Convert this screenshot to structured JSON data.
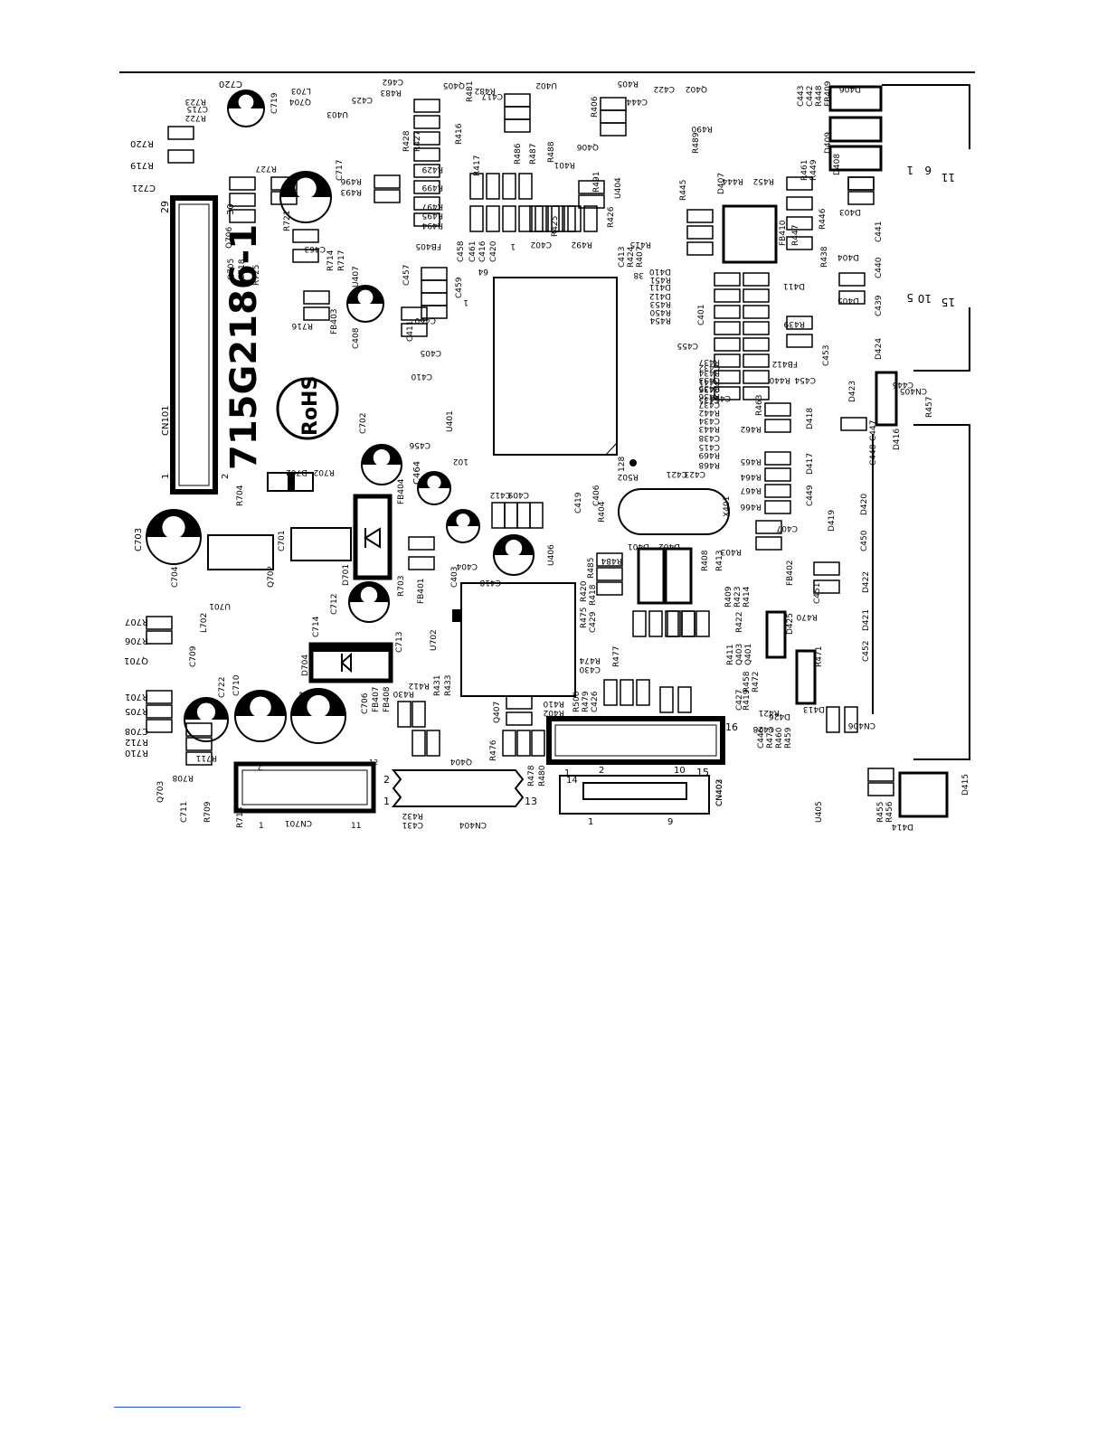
{
  "board": {
    "part_number": "715G2186-1",
    "rohs": "RoHS"
  },
  "components": [
    {
      "id": "c1",
      "t": "C720"
    },
    {
      "id": "c2",
      "t": "C715"
    },
    {
      "id": "c3",
      "t": "R723"
    },
    {
      "id": "c4",
      "t": "R722"
    },
    {
      "id": "c5",
      "t": "L703"
    },
    {
      "id": "c6",
      "t": "Q704"
    },
    {
      "id": "c7",
      "t": "U403"
    },
    {
      "id": "c8",
      "t": "C425"
    },
    {
      "id": "c9",
      "t": "R720"
    },
    {
      "id": "c10",
      "t": "R719"
    },
    {
      "id": "c11",
      "t": "C721"
    },
    {
      "id": "c12",
      "t": "C719"
    },
    {
      "id": "c13",
      "t": "R727"
    },
    {
      "id": "c14",
      "t": "C717"
    },
    {
      "id": "c15",
      "t": "R496"
    },
    {
      "id": "c16",
      "t": "R493"
    },
    {
      "id": "c17",
      "t": "R721"
    },
    {
      "id": "c18",
      "t": "C463"
    },
    {
      "id": "c19",
      "t": "R714"
    },
    {
      "id": "c20",
      "t": "R717"
    },
    {
      "id": "c21",
      "t": "U407"
    },
    {
      "id": "c22",
      "t": "Q705"
    },
    {
      "id": "c23",
      "t": "C718"
    },
    {
      "id": "c24",
      "t": "R725"
    },
    {
      "id": "c25",
      "t": "Q706"
    },
    {
      "id": "c26",
      "t": "R716"
    },
    {
      "id": "c27",
      "t": "FB403"
    },
    {
      "id": "c28",
      "t": "C408"
    },
    {
      "id": "c29",
      "t": "C462"
    },
    {
      "id": "c30",
      "t": "R483"
    },
    {
      "id": "c31",
      "t": "R428"
    },
    {
      "id": "c32",
      "t": "R427"
    },
    {
      "id": "c33",
      "t": "R429"
    },
    {
      "id": "c34",
      "t": "R499"
    },
    {
      "id": "c35",
      "t": "R497"
    },
    {
      "id": "c36",
      "t": "R495"
    },
    {
      "id": "c37",
      "t": "R494"
    },
    {
      "id": "c38",
      "t": "FB405"
    },
    {
      "id": "c39",
      "t": "C458"
    },
    {
      "id": "c40",
      "t": "C457"
    },
    {
      "id": "c41",
      "t": "C459"
    },
    {
      "id": "c42",
      "t": "C460"
    },
    {
      "id": "c43",
      "t": "C411"
    },
    {
      "id": "c44",
      "t": "C405"
    },
    {
      "id": "c45",
      "t": "C410"
    },
    {
      "id": "c46",
      "t": "U401"
    },
    {
      "id": "c47",
      "t": "C456"
    },
    {
      "id": "c48",
      "t": "C464"
    },
    {
      "id": "c49",
      "t": "Q405"
    },
    {
      "id": "c50",
      "t": "R481"
    },
    {
      "id": "c51",
      "t": "R482"
    },
    {
      "id": "c52",
      "t": "C417"
    },
    {
      "id": "c53",
      "t": "R416"
    },
    {
      "id": "c54",
      "t": "R417"
    },
    {
      "id": "c55",
      "t": "R486"
    },
    {
      "id": "c56",
      "t": "R487"
    },
    {
      "id": "c57",
      "t": "R488"
    },
    {
      "id": "c58",
      "t": "C461"
    },
    {
      "id": "c59",
      "t": "C416"
    },
    {
      "id": "c60",
      "t": "C420"
    },
    {
      "id": "c61",
      "t": "U402"
    },
    {
      "id": "c62",
      "t": "R401"
    },
    {
      "id": "c63",
      "t": "Q406"
    },
    {
      "id": "c64",
      "t": "R491"
    },
    {
      "id": "c65",
      "t": "R425"
    },
    {
      "id": "c66",
      "t": "C402"
    },
    {
      "id": "c67",
      "t": "R492"
    },
    {
      "id": "c68",
      "t": "R426"
    },
    {
      "id": "c69",
      "t": "R406"
    },
    {
      "id": "c70",
      "t": "R405"
    },
    {
      "id": "c71",
      "t": "C444"
    },
    {
      "id": "c72",
      "t": "C422"
    },
    {
      "id": "c73",
      "t": "Q402"
    },
    {
      "id": "c74",
      "t": "R490"
    },
    {
      "id": "c75",
      "t": "R489"
    },
    {
      "id": "c76",
      "t": "U404"
    },
    {
      "id": "c77",
      "t": "R445"
    },
    {
      "id": "c78",
      "t": "D407"
    },
    {
      "id": "c79",
      "t": "R444"
    },
    {
      "id": "c80",
      "t": "R452"
    },
    {
      "id": "c81",
      "t": "C413"
    },
    {
      "id": "c82",
      "t": "R424"
    },
    {
      "id": "c83",
      "t": "R407"
    },
    {
      "id": "c84",
      "t": "R415"
    },
    {
      "id": "c85",
      "t": "D410"
    },
    {
      "id": "c86",
      "t": "R451"
    },
    {
      "id": "c87",
      "t": "D411"
    },
    {
      "id": "c88",
      "t": "D412"
    },
    {
      "id": "c89",
      "t": "R453"
    },
    {
      "id": "c90",
      "t": "R450"
    },
    {
      "id": "c91",
      "t": "R454"
    },
    {
      "id": "c92",
      "t": "C401"
    },
    {
      "id": "c93",
      "t": "C455"
    },
    {
      "id": "c94",
      "t": "R461"
    },
    {
      "id": "c95",
      "t": "R449"
    },
    {
      "id": "c96",
      "t": "R446"
    },
    {
      "id": "c97",
      "t": "FB410"
    },
    {
      "id": "c98",
      "t": "R447"
    },
    {
      "id": "c99",
      "t": "R438"
    },
    {
      "id": "c100",
      "t": "D411"
    },
    {
      "id": "c101",
      "t": "R439"
    },
    {
      "id": "c102",
      "t": "FB412"
    },
    {
      "id": "c103",
      "t": "R440"
    },
    {
      "id": "c104",
      "t": "C454"
    },
    {
      "id": "c105",
      "t": "C453"
    },
    {
      "id": "c106",
      "t": "C443"
    },
    {
      "id": "c107",
      "t": "C442"
    },
    {
      "id": "c108",
      "t": "R448"
    },
    {
      "id": "c109",
      "t": "FB409"
    },
    {
      "id": "c110",
      "t": "D406"
    },
    {
      "id": "c111",
      "t": "D409"
    },
    {
      "id": "c112",
      "t": "D408"
    },
    {
      "id": "c113",
      "t": "D403"
    },
    {
      "id": "c114",
      "t": "C441"
    },
    {
      "id": "c115",
      "t": "D404"
    },
    {
      "id": "c116",
      "t": "C440"
    },
    {
      "id": "c117",
      "t": "D405"
    },
    {
      "id": "c118",
      "t": "C439"
    },
    {
      "id": "c119",
      "t": "D424"
    },
    {
      "id": "c120",
      "t": "D423"
    },
    {
      "id": "c121",
      "t": "C445"
    },
    {
      "id": "c122",
      "t": "CN405"
    },
    {
      "id": "c123",
      "t": "R457"
    },
    {
      "id": "c124",
      "t": "D416"
    },
    {
      "id": "c125",
      "t": "CN101"
    },
    {
      "id": "c126",
      "t": "C702"
    },
    {
      "id": "c127",
      "t": "D702"
    },
    {
      "id": "c128",
      "t": "R702"
    },
    {
      "id": "c129",
      "t": "R704"
    },
    {
      "id": "c130",
      "t": "C703"
    },
    {
      "id": "c131",
      "t": "C704"
    },
    {
      "id": "c132",
      "t": "C701"
    },
    {
      "id": "c133",
      "t": "Q702"
    },
    {
      "id": "c134",
      "t": "D701"
    },
    {
      "id": "c135",
      "t": "FB404"
    },
    {
      "id": "c136",
      "t": "R703"
    },
    {
      "id": "c137",
      "t": "FB401"
    },
    {
      "id": "c138",
      "t": "U701"
    },
    {
      "id": "c139",
      "t": "C712"
    },
    {
      "id": "c140",
      "t": "C714"
    },
    {
      "id": "c141",
      "t": "D704"
    },
    {
      "id": "c142",
      "t": "C713"
    },
    {
      "id": "c143",
      "t": "U702"
    },
    {
      "id": "c144",
      "t": "R707"
    },
    {
      "id": "c145",
      "t": "R706"
    },
    {
      "id": "c146",
      "t": "L702"
    },
    {
      "id": "c147",
      "t": "Q701"
    },
    {
      "id": "c148",
      "t": "C709"
    },
    {
      "id": "c149",
      "t": "C722"
    },
    {
      "id": "c150",
      "t": "C710"
    },
    {
      "id": "c151",
      "t": "R701"
    },
    {
      "id": "c152",
      "t": "R705"
    },
    {
      "id": "c153",
      "t": "C708"
    },
    {
      "id": "c154",
      "t": "R712"
    },
    {
      "id": "c155",
      "t": "R710"
    },
    {
      "id": "c156",
      "t": "R711"
    },
    {
      "id": "c157",
      "t": "R708"
    },
    {
      "id": "c158",
      "t": "C707"
    },
    {
      "id": "c159",
      "t": "C706"
    },
    {
      "id": "c160",
      "t": "FB407"
    },
    {
      "id": "c161",
      "t": "FB408"
    },
    {
      "id": "c162",
      "t": "R430"
    },
    {
      "id": "c163",
      "t": "R412"
    },
    {
      "id": "c164",
      "t": "R431"
    },
    {
      "id": "c165",
      "t": "R433"
    },
    {
      "id": "c166",
      "t": "Q703"
    },
    {
      "id": "c167",
      "t": "C711"
    },
    {
      "id": "c168",
      "t": "R709"
    },
    {
      "id": "c169",
      "t": "R713"
    },
    {
      "id": "c170",
      "t": "CN701"
    },
    {
      "id": "c171",
      "t": "C431"
    },
    {
      "id": "c172",
      "t": "R432"
    },
    {
      "id": "c173",
      "t": "CN404"
    },
    {
      "id": "c174",
      "t": "Q404"
    },
    {
      "id": "c175",
      "t": "R476"
    },
    {
      "id": "c176",
      "t": "Q407"
    },
    {
      "id": "c177",
      "t": "R478"
    },
    {
      "id": "c178",
      "t": "R480"
    },
    {
      "id": "c179",
      "t": "CN403"
    },
    {
      "id": "c180",
      "t": "CN402"
    },
    {
      "id": "c181",
      "t": "C409"
    },
    {
      "id": "c182",
      "t": "C412"
    },
    {
      "id": "c183",
      "t": "C419"
    },
    {
      "id": "c184",
      "t": "C406"
    },
    {
      "id": "c185",
      "t": "R404"
    },
    {
      "id": "c186",
      "t": "C403"
    },
    {
      "id": "c187",
      "t": "C404"
    },
    {
      "id": "c188",
      "t": "C418"
    },
    {
      "id": "c189",
      "t": "U406"
    },
    {
      "id": "c190",
      "t": "R485"
    },
    {
      "id": "c191",
      "t": "R484"
    },
    {
      "id": "c192",
      "t": "R420"
    },
    {
      "id": "c193",
      "t": "R418"
    },
    {
      "id": "c194",
      "t": "R475"
    },
    {
      "id": "c195",
      "t": "C429"
    },
    {
      "id": "c196",
      "t": "R474"
    },
    {
      "id": "c197",
      "t": "C430"
    },
    {
      "id": "c198",
      "t": "R477"
    },
    {
      "id": "c199",
      "t": "R500"
    },
    {
      "id": "c200",
      "t": "R479"
    },
    {
      "id": "c201",
      "t": "C426"
    },
    {
      "id": "c202",
      "t": "R410"
    },
    {
      "id": "c203",
      "t": "R402"
    },
    {
      "id": "c204",
      "t": "D401"
    },
    {
      "id": "c205",
      "t": "D402"
    },
    {
      "id": "c206",
      "t": "R408"
    },
    {
      "id": "c207",
      "t": "R413"
    },
    {
      "id": "c208",
      "t": "R409"
    },
    {
      "id": "c209",
      "t": "R423"
    },
    {
      "id": "c210",
      "t": "R414"
    },
    {
      "id": "c211",
      "t": "R422"
    },
    {
      "id": "c212",
      "t": "R411"
    },
    {
      "id": "c213",
      "t": "Q403"
    },
    {
      "id": "c214",
      "t": "Q401"
    },
    {
      "id": "c215",
      "t": "R458"
    },
    {
      "id": "c216",
      "t": "R472"
    },
    {
      "id": "c217",
      "t": "C427"
    },
    {
      "id": "c218",
      "t": "R419"
    },
    {
      "id": "c219",
      "t": "R421"
    },
    {
      "id": "c220",
      "t": "X401"
    },
    {
      "id": "c221",
      "t": "R502"
    },
    {
      "id": "c222",
      "t": "C421"
    },
    {
      "id": "c223",
      "t": "C423"
    },
    {
      "id": "c224",
      "t": "R403"
    },
    {
      "id": "c225",
      "t": "C407"
    },
    {
      "id": "c226",
      "t": "FB402"
    },
    {
      "id": "c227",
      "t": "C451"
    },
    {
      "id": "c228",
      "t": "D425"
    },
    {
      "id": "c229",
      "t": "R470"
    },
    {
      "id": "c230",
      "t": "R471"
    },
    {
      "id": "c231",
      "t": "D413"
    },
    {
      "id": "c232",
      "t": "D426"
    },
    {
      "id": "c233",
      "t": "C428"
    },
    {
      "id": "c234",
      "t": "C446"
    },
    {
      "id": "c235",
      "t": "R473"
    },
    {
      "id": "c236",
      "t": "R460"
    },
    {
      "id": "c237",
      "t": "R459"
    },
    {
      "id": "c238",
      "t": "CN406"
    },
    {
      "id": "c239",
      "t": "C452"
    },
    {
      "id": "c240",
      "t": "D421"
    },
    {
      "id": "c241",
      "t": "D422"
    },
    {
      "id": "c242",
      "t": "C450"
    },
    {
      "id": "c243",
      "t": "D419"
    },
    {
      "id": "c244",
      "t": "D420"
    },
    {
      "id": "c245",
      "t": "C449"
    },
    {
      "id": "c246",
      "t": "C448"
    },
    {
      "id": "c247",
      "t": "D417"
    },
    {
      "id": "c248",
      "t": "C447"
    },
    {
      "id": "c249",
      "t": "D418"
    },
    {
      "id": "c250",
      "t": "R463"
    },
    {
      "id": "c251",
      "t": "R462"
    },
    {
      "id": "c252",
      "t": "R465"
    },
    {
      "id": "c253",
      "t": "R464"
    },
    {
      "id": "c254",
      "t": "R467"
    },
    {
      "id": "c255",
      "t": "R466"
    },
    {
      "id": "c256",
      "t": "R468"
    },
    {
      "id": "c257",
      "t": "R469"
    },
    {
      "id": "c258",
      "t": "C415"
    },
    {
      "id": "c259",
      "t": "C438"
    },
    {
      "id": "c260",
      "t": "R443"
    },
    {
      "id": "c261",
      "t": "C434"
    },
    {
      "id": "c262",
      "t": "R442"
    },
    {
      "id": "c263",
      "t": "C437"
    },
    {
      "id": "c264",
      "t": "R436"
    },
    {
      "id": "c265",
      "t": "R435"
    },
    {
      "id": "c266",
      "t": "C433"
    },
    {
      "id": "c267",
      "t": "C435"
    },
    {
      "id": "c268",
      "t": "R437"
    },
    {
      "id": "c269",
      "t": "C436"
    },
    {
      "id": "c270",
      "t": "R441"
    },
    {
      "id": "c271",
      "t": "R434"
    },
    {
      "id": "c272",
      "t": "C432"
    },
    {
      "id": "c273",
      "t": "C414"
    },
    {
      "id": "c274",
      "t": "U405"
    },
    {
      "id": "c275",
      "t": "R455"
    },
    {
      "id": "c276",
      "t": "R456"
    },
    {
      "id": "c277",
      "t": "D414"
    },
    {
      "id": "c278",
      "t": "D415"
    }
  ],
  "pins": [
    {
      "id": "p1",
      "t": "29"
    },
    {
      "id": "p2",
      "t": "30"
    },
    {
      "id": "p3",
      "t": "1"
    },
    {
      "id": "p4",
      "t": "2"
    },
    {
      "id": "p5",
      "t": "64"
    },
    {
      "id": "p6",
      "t": "1"
    },
    {
      "id": "p7",
      "t": "1"
    },
    {
      "id": "p8",
      "t": "38"
    },
    {
      "id": "p9",
      "t": "102"
    },
    {
      "id": "p10",
      "t": "128"
    },
    {
      "id": "p11",
      "t": "11"
    },
    {
      "id": "p12",
      "t": "6"
    },
    {
      "id": "p13",
      "t": "1"
    },
    {
      "id": "p14",
      "t": "15"
    },
    {
      "id": "p15",
      "t": "10"
    },
    {
      "id": "p16",
      "t": "5"
    },
    {
      "id": "p17",
      "t": "2"
    },
    {
      "id": "p18",
      "t": "12"
    },
    {
      "id": "p19",
      "t": "1"
    },
    {
      "id": "p20",
      "t": "11"
    },
    {
      "id": "p21",
      "t": "2"
    },
    {
      "id": "p22",
      "t": "1"
    },
    {
      "id": "p23",
      "t": "14"
    },
    {
      "id": "p24",
      "t": "13"
    },
    {
      "id": "p25",
      "t": "16"
    },
    {
      "id": "p26",
      "t": "1"
    },
    {
      "id": "p27",
      "t": "2"
    },
    {
      "id": "p28",
      "t": "10"
    },
    {
      "id": "p29",
      "t": "15"
    },
    {
      "id": "p30",
      "t": "1"
    },
    {
      "id": "p31",
      "t": "9"
    }
  ]
}
